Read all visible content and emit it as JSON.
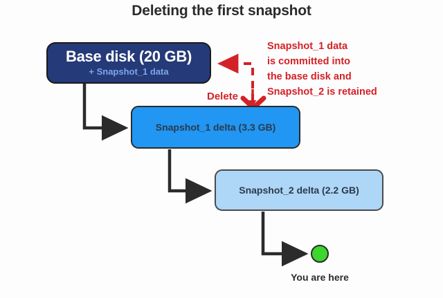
{
  "title": "Deleting the first snapshot",
  "nodes": {
    "base_disk": {
      "line1": "Base disk (20 GB)",
      "line2": "+ Snapshot_1 data",
      "fill": "#253a78",
      "text_color": "#ffffff",
      "subtext_color": "#7da7e8"
    },
    "snapshot1": {
      "label": "Snapshot_1 delta (3.3 GB)",
      "fill": "#2196f3",
      "text_color": "#2b3a4a"
    },
    "snapshot2": {
      "label": "Snapshot_2 delta (2.2 GB)",
      "fill": "#aed6f7",
      "text_color": "#2b3a4a"
    }
  },
  "annotation": {
    "color": "#d42128",
    "lines": [
      "Snapshot_1 data",
      "is committed into",
      "the base disk and",
      "Snapshot_2 is retained"
    ]
  },
  "delete_label": "Delete",
  "marker": {
    "label": "You are here",
    "dot_color": "#3cd62e",
    "dot_border": "#2b2b2b"
  },
  "colors": {
    "background": "#fdfdfd",
    "arrow": "#2b2b2b",
    "red": "#d42128",
    "title": "#2b2b2b"
  }
}
